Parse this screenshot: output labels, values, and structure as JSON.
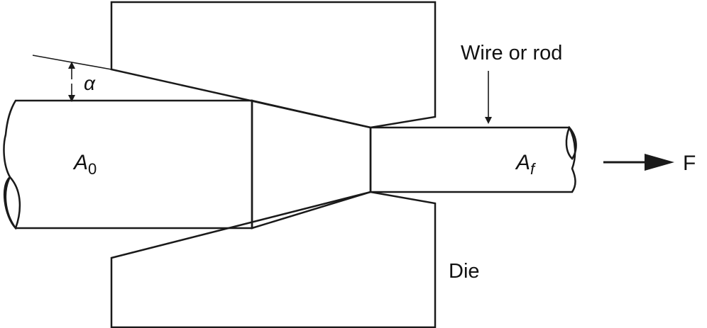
{
  "labels": {
    "angle": "α",
    "initial_area_letter": "A",
    "initial_area_sub": "0",
    "final_area_letter": "A",
    "final_area_sub": "f",
    "wire_label": "Wire or rod",
    "force_label": "F",
    "die_label": "Die"
  },
  "colors": {
    "material_fill": "#a8a8a8",
    "die_fill": "#ffffff",
    "stroke": "#1a1a1a"
  }
}
